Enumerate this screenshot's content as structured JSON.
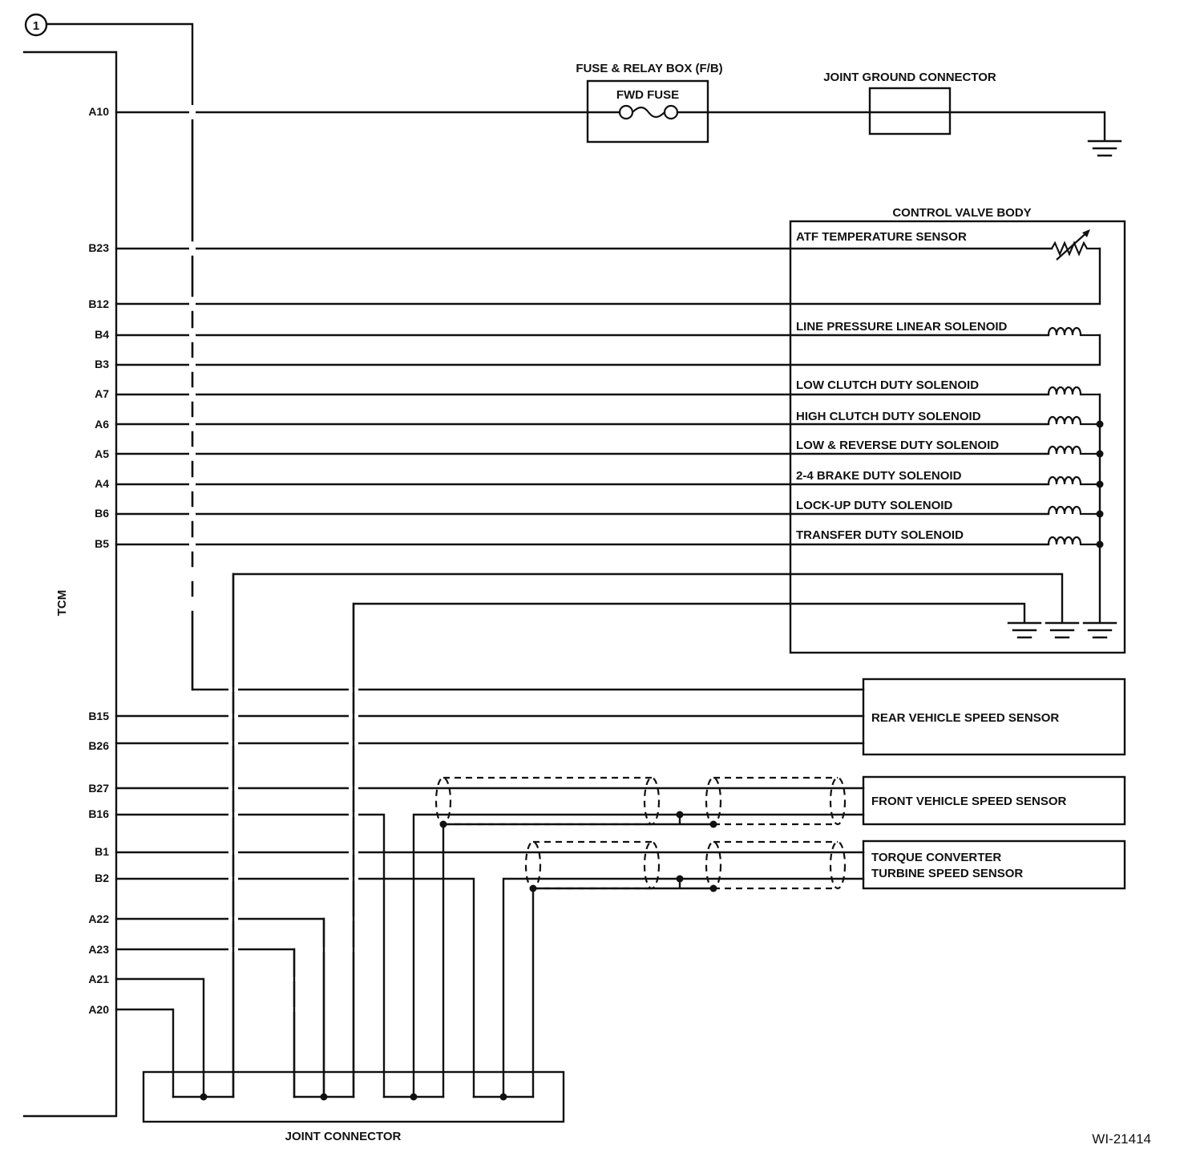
{
  "marker": "1",
  "tcm_label": "TCM",
  "fuse_box": {
    "title": "FUSE & RELAY BOX (F/B)",
    "fuse_label": "FWD FUSE"
  },
  "joint_ground_connector": "JOINT GROUND CONNECTOR",
  "control_valve_body": {
    "title": "CONTROL VALVE BODY",
    "components": [
      "ATF TEMPERATURE SENSOR",
      "LINE PRESSURE LINEAR SOLENOID",
      "LOW CLUTCH DUTY SOLENOID",
      "HIGH CLUTCH DUTY SOLENOID",
      "LOW & REVERSE DUTY SOLENOID",
      "2-4 BRAKE DUTY SOLENOID",
      "LOCK-UP DUTY SOLENOID",
      "TRANSFER DUTY SOLENOID"
    ]
  },
  "sensors": {
    "rear": "REAR VEHICLE SPEED SENSOR",
    "front": "FRONT VEHICLE SPEED SENSOR",
    "torque_line1": "TORQUE CONVERTER",
    "torque_line2": "TURBINE SPEED SENSOR"
  },
  "joint_connector": "JOINT CONNECTOR",
  "pins": [
    "A10",
    "B23",
    "B12",
    "B4",
    "B3",
    "A7",
    "A6",
    "A5",
    "A4",
    "B6",
    "B5",
    "B15",
    "B26",
    "B27",
    "B16",
    "B1",
    "B2",
    "A22",
    "A23",
    "A21",
    "A20"
  ],
  "figure_code": "WI-21414"
}
